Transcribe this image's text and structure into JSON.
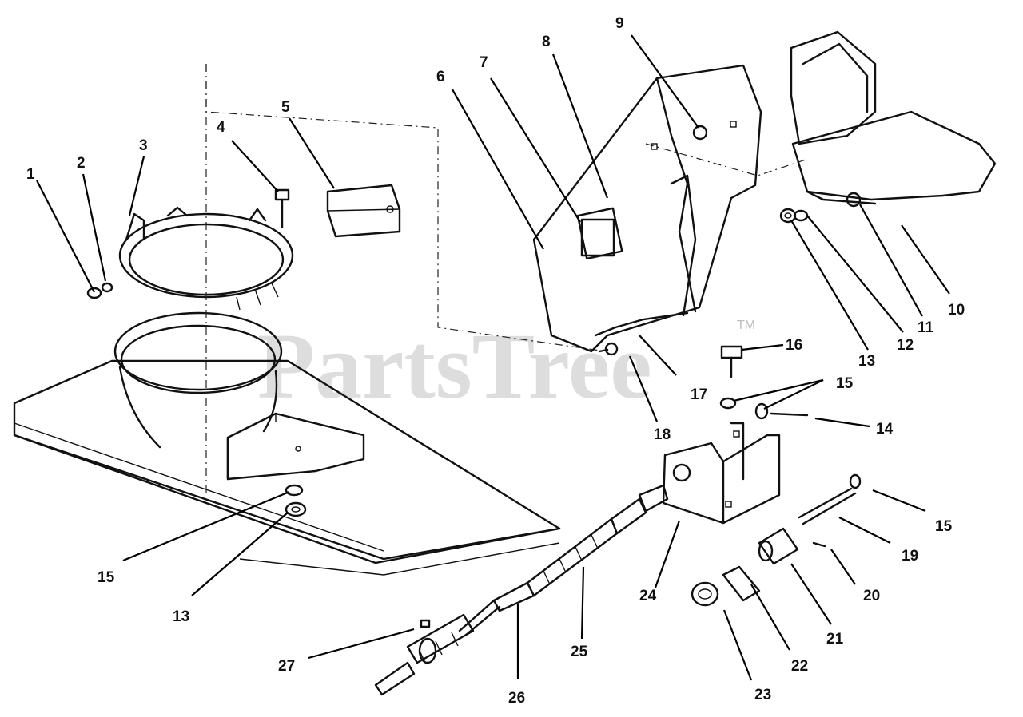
{
  "watermark": {
    "text": "PartsTree",
    "trademark": "TM"
  },
  "callouts": [
    "1",
    "2",
    "3",
    "4",
    "5",
    "6",
    "7",
    "8",
    "9",
    "10",
    "11",
    "12",
    "13",
    "13",
    "14",
    "15",
    "15",
    "15",
    "16",
    "17",
    "18",
    "19",
    "20",
    "21",
    "22",
    "23",
    "24",
    "25",
    "26",
    "27"
  ],
  "colors": {
    "ink": "#111111",
    "watermark": "#c8c8c8",
    "background": "#ffffff"
  }
}
